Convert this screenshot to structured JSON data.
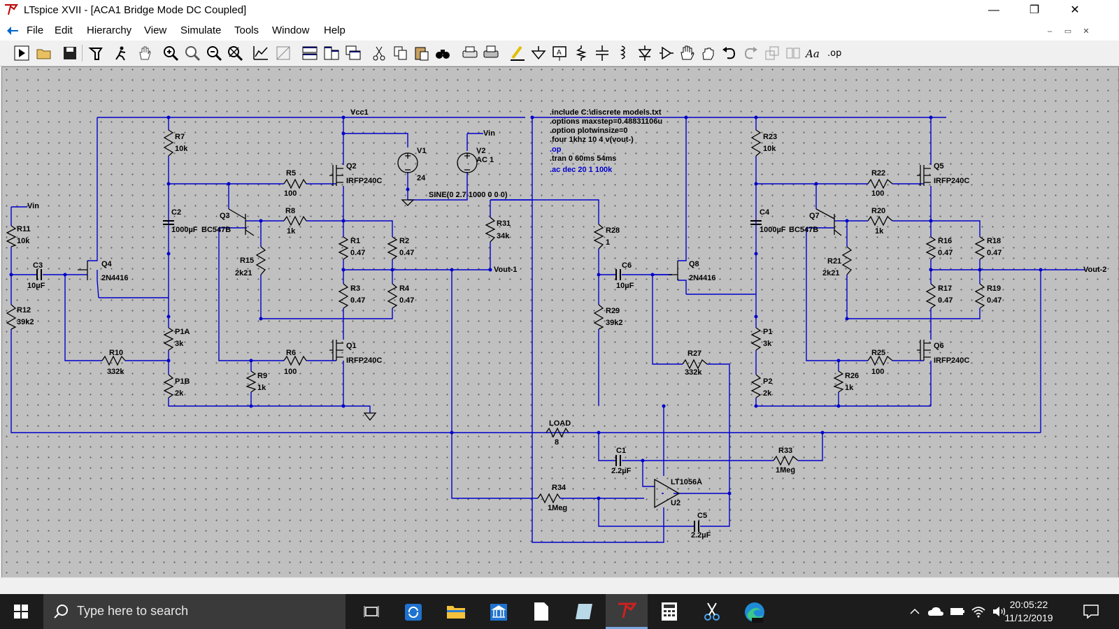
{
  "window": {
    "title": "LTspice XVII - [ACA1 Bridge Mode DC Coupled]",
    "controls": [
      "minimize-icon",
      "maximize-icon",
      "close-icon"
    ]
  },
  "menu": {
    "items": [
      "File",
      "Edit",
      "Hierarchy",
      "View",
      "Simulate",
      "Tools",
      "Window",
      "Help"
    ]
  },
  "toolbar": {
    "icons": [
      "run-icon",
      "open-icon",
      "save-icon",
      "control-panel-icon",
      "halt-icon",
      "pan-icon",
      "zoom-in-icon",
      "zoom-full-icon",
      "zoom-out-icon",
      "zoom-cancel-icon",
      "autorange-icon",
      "view-icon",
      "tile-horizontal-icon",
      "tile-vertical-icon",
      "cascade-icon",
      "cut-icon",
      "copy-icon",
      "paste-icon",
      "find-icon",
      "print-icon",
      "print-preview-icon",
      "wire-icon",
      "ground-icon",
      "label-net-icon",
      "resistor-icon",
      "capacitor-icon",
      "inductor-icon",
      "diode-icon",
      "component-icon",
      "move-icon",
      "drag-icon",
      "undo-icon",
      "redo-icon",
      "rotate-icon",
      "mirror-icon",
      "text-icon",
      "spice-directive-icon"
    ],
    "text_tool_label": "Aa",
    "directive_label": ".op"
  },
  "schematic": {
    "directives": [
      ".include C:\\discrete models.txt",
      ".options maxstep=0.48831106u",
      ".option plotwinsize=0",
      ".four 1khz 10 4 v(vout-)",
      ".op",
      ".tran 0 60ms 54ms",
      ".ac dec 20 1 100k"
    ],
    "nets": {
      "vcc": "Vcc1",
      "vin": "Vin",
      "vout1": "Vout-1",
      "vout2": "Vout-2"
    },
    "sources": {
      "v1": {
        "name": "V1",
        "value": "24"
      },
      "v2": {
        "name": "V2",
        "value": "AC 1"
      },
      "sine": "SINE(0 2.7 1000 0 0 0)"
    },
    "parts": {
      "R7": [
        "R7",
        "10k"
      ],
      "R5": [
        "R5",
        "100"
      ],
      "Q2": [
        "Q2",
        "IRFP240C"
      ],
      "C2": [
        "C2",
        "1000µF"
      ],
      "Q3": [
        "Q3",
        "BC547B"
      ],
      "R8": [
        "R8",
        "1k"
      ],
      "R1": [
        "R1",
        "0.47"
      ],
      "R2": [
        "R2",
        "0.47"
      ],
      "R11": [
        "R11",
        "10k"
      ],
      "Q4": [
        "Q4",
        "2N4416"
      ],
      "C3": [
        "C3",
        "10µF"
      ],
      "R15": [
        "R15",
        "2k21"
      ],
      "R12": [
        "R12",
        "39k2"
      ],
      "R3": [
        "R3",
        "0.47"
      ],
      "R4": [
        "R4",
        "0.47"
      ],
      "R31": [
        "R31",
        "34k"
      ],
      "R28": [
        "R28",
        "1"
      ],
      "P1A": [
        "P1A",
        "3k"
      ],
      "Q1": [
        "Q1",
        "IRFP240C"
      ],
      "R10": [
        "R10",
        "332k"
      ],
      "R6": [
        "R6",
        "100"
      ],
      "R9": [
        "R9",
        "1k"
      ],
      "P1B": [
        "P1B",
        "2k"
      ],
      "R29": [
        "R29",
        "39k2"
      ],
      "C6": [
        "C6",
        "10µF"
      ],
      "Q8": [
        "Q8",
        "2N4416"
      ],
      "R27": [
        "R27",
        "332k"
      ],
      "LOAD": [
        "LOAD",
        "8"
      ],
      "C1": [
        "C1",
        "2.2µF"
      ],
      "R33": [
        "R33",
        "1Meg"
      ],
      "U2": [
        "U2",
        "LT1056A"
      ],
      "R34": [
        "R34",
        "1Meg"
      ],
      "C5": [
        "C5",
        "2.2µF"
      ],
      "R23": [
        "R23",
        "10k"
      ],
      "R22": [
        "R22",
        "100"
      ],
      "Q5": [
        "Q5",
        "IRFP240C"
      ],
      "C4": [
        "C4",
        "1000µF"
      ],
      "Q7": [
        "Q7",
        "BC547B"
      ],
      "R20": [
        "R20",
        "1k"
      ],
      "R16": [
        "R16",
        "0.47"
      ],
      "R18": [
        "R18",
        "0.47"
      ],
      "R21": [
        "R21",
        "2k21"
      ],
      "R17": [
        "R17",
        "0.47"
      ],
      "R19": [
        "R19",
        "0.47"
      ],
      "P1": [
        "P1",
        "3k"
      ],
      "R25": [
        "R25",
        "100"
      ],
      "Q6": [
        "Q6",
        "IRFP240C"
      ],
      "R26": [
        "R26",
        "1k"
      ],
      "P2": [
        "P2",
        "2k"
      ]
    }
  },
  "taskbar": {
    "search_placeholder": "Type here to search",
    "time": "20:05:22",
    "date": "11/12/2019"
  },
  "colors": {
    "wire": "#0000cc",
    "canvas": "#c0c0c0",
    "taskbar": "#1c1c1c"
  }
}
